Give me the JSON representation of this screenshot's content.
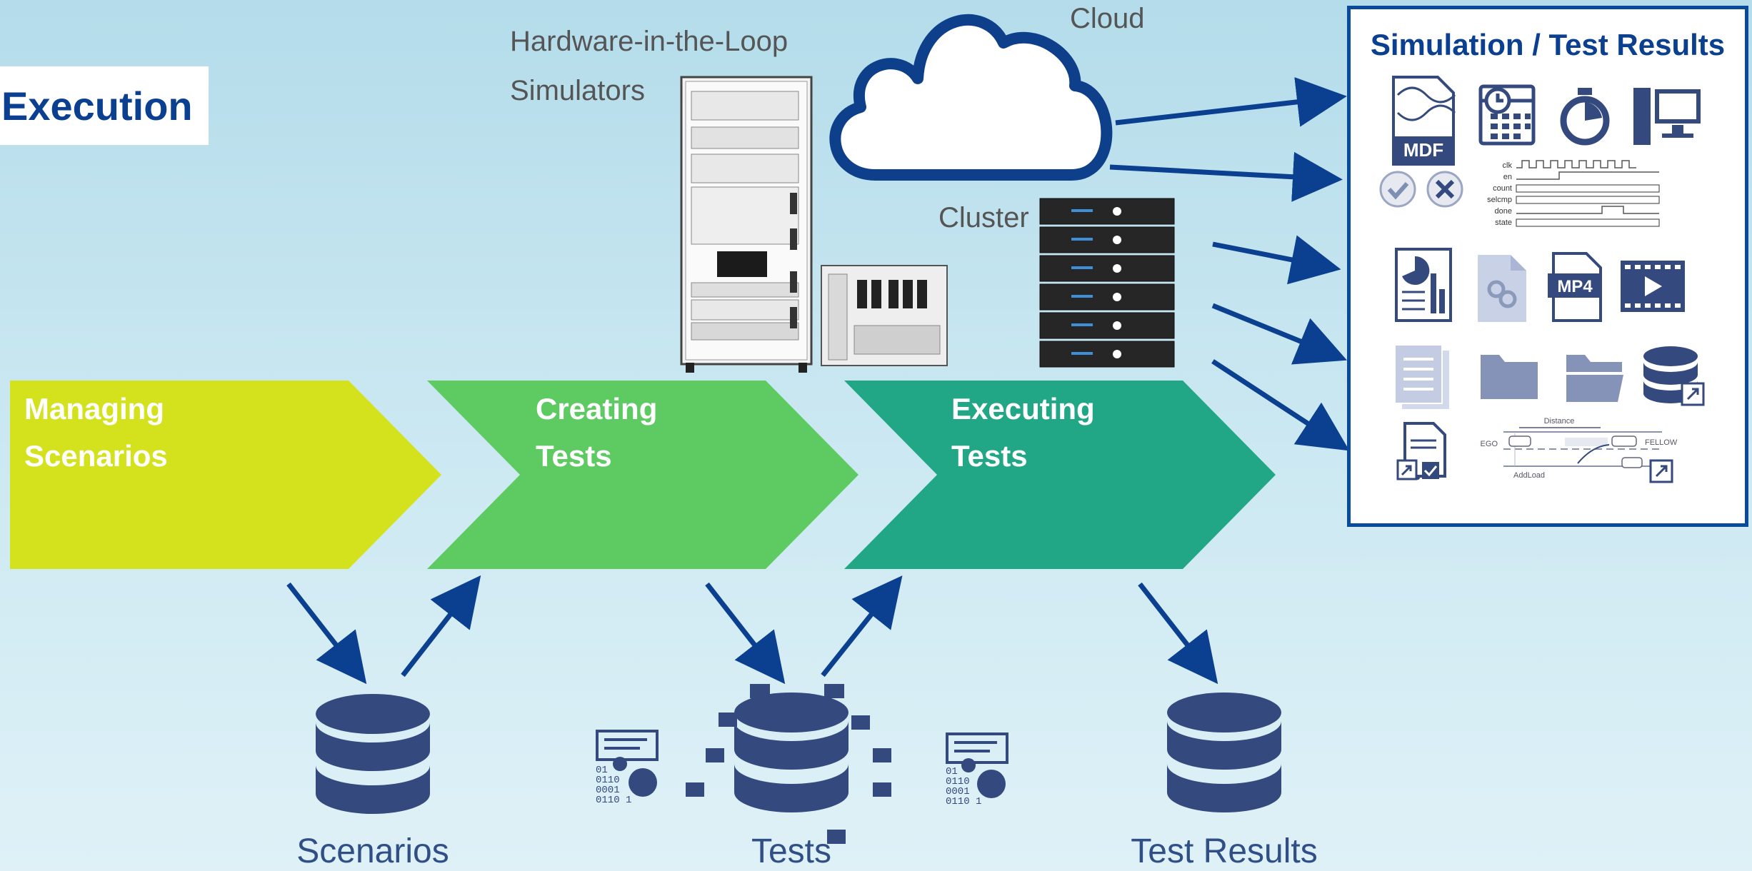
{
  "title": "Execution",
  "hardware": {
    "label_line1": "Hardware-in-the-Loop",
    "label_line2": "Simulators"
  },
  "cloud": {
    "label": "Cloud"
  },
  "cluster": {
    "label": "Cluster"
  },
  "stages": [
    {
      "line1": "Managing",
      "line2": "Scenarios",
      "color": "#d4e21d"
    },
    {
      "line1": "Creating",
      "line2": "Tests",
      "color": "#5ecb62"
    },
    {
      "line1": "Executing",
      "line2": "Tests",
      "color": "#21a786"
    }
  ],
  "databases": [
    {
      "label": "Scenarios"
    },
    {
      "label": "Tests"
    },
    {
      "label": "Test Results"
    }
  ],
  "results": {
    "title": "Simulation / Test Results",
    "mdf_label": "MDF",
    "mp4_label": "MP4",
    "timing_signals": [
      "clk",
      "en",
      "count",
      "selcmp",
      "done",
      "state"
    ],
    "scenario_labels": {
      "distance": "Distance",
      "ego": "EGO",
      "fellow": "FELLOW",
      "addload": "AddLoad"
    }
  },
  "binary_text": [
    "01",
    "0110",
    "0001",
    "0110 1"
  ],
  "colors": {
    "accent": "#0a4a9c",
    "db": "#34497e",
    "arrow": "#0b3f8f"
  }
}
